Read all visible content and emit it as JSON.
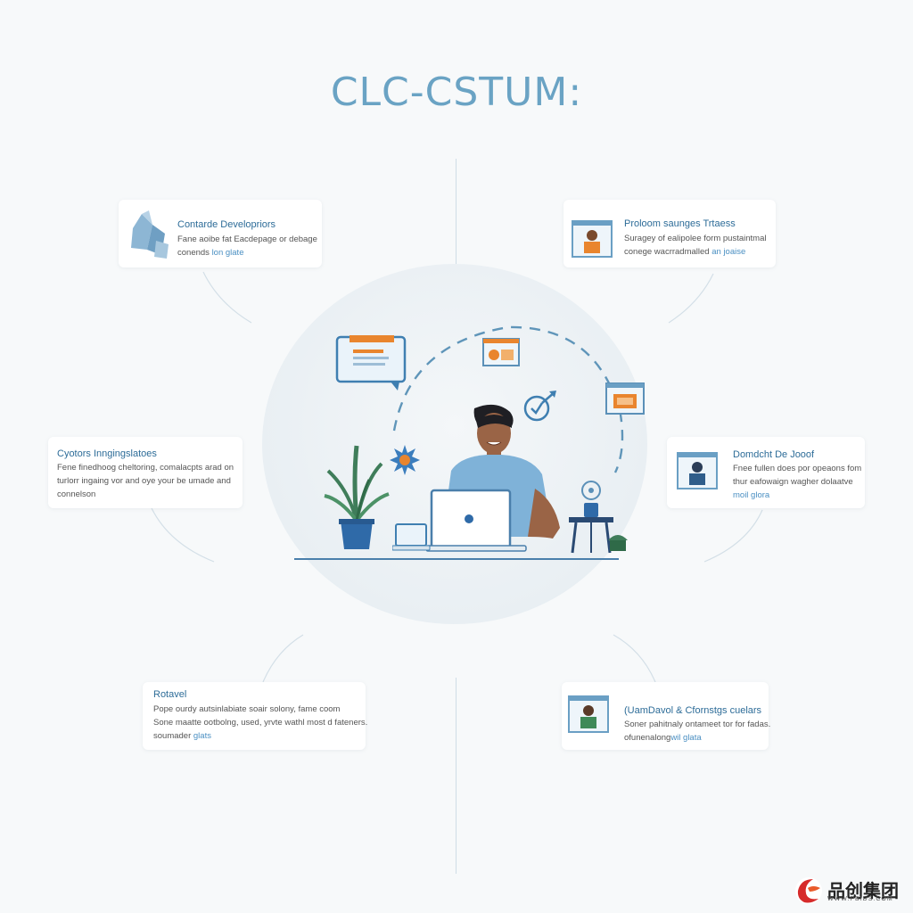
{
  "title": "CLC-CSTUM:",
  "cards": {
    "c1": {
      "title": "Contarde Developriors",
      "line1": "Fane aoibe fat Eacdepage or debage",
      "line2": "conends ",
      "link2": "lon glate"
    },
    "c2": {
      "title": "Proloom saunges Trtaess",
      "line1": "Suragey of ealipolee form pustaintmal",
      "line2": "conege wacrradmalled ",
      "link2": "an joaise"
    },
    "c3": {
      "title": "Cyotors Inngingslatoes",
      "line1": "Fene finedhoog cheltoring, comalacpts arad on",
      "line2": "turlorr ingaing vor and oye your be umade and",
      "line3": "connelson"
    },
    "c4": {
      "title": "Domdcht De Jooof",
      "line1": "Fnee fullen does por opeaons fom",
      "line2": "thur eafowaign wagher dolaatve",
      "line3": "moil glora"
    },
    "c5": {
      "title": "Rotavel",
      "line1": "Pope ourdy autsinlabiate soair solony, fame coom",
      "line2": "Sone maatte ootbolng, used, yrvte wathl most d fateners.",
      "line3": "soumader ",
      "link3": "glats"
    },
    "c6": {
      "title": "(UamDavol & Cfornstgs cuelars",
      "line1": "Soner pahitnaly ontameet tor for fadas.",
      "line2": "ofunenalong",
      "link2": "wil glata"
    }
  },
  "watermark": {
    "text": "品创集团",
    "sub": "WWW.PBIDS.COM"
  },
  "colors": {
    "accent": "#6aa3c4",
    "title_blue": "#2d6c98",
    "orange": "#e9852e",
    "plant": "#3f7d5a"
  },
  "icons": [
    "crystal-icon",
    "portrait-orange-icon",
    "portrait-blue-icon",
    "portrait-green-icon",
    "chat-window-icon",
    "photo-card-icon",
    "compass-icon",
    "folder-card-icon",
    "flower-icon",
    "plant-icon",
    "laptop-icon",
    "tablet-icon",
    "lamp-icon",
    "stool-icon",
    "small-plant-icon"
  ]
}
